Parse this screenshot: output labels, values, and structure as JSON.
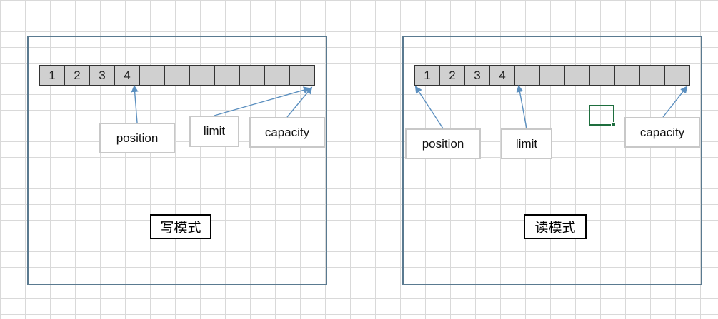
{
  "write_mode": {
    "buffer": [
      "1",
      "2",
      "3",
      "4",
      "",
      "",
      "",
      "",
      "",
      "",
      ""
    ],
    "labels": {
      "position": "position",
      "limit": "limit",
      "capacity": "capacity"
    },
    "mode_label": "写模式"
  },
  "read_mode": {
    "buffer": [
      "1",
      "2",
      "3",
      "4",
      "",
      "",
      "",
      "",
      "",
      "",
      ""
    ],
    "labels": {
      "position": "position",
      "limit": "limit",
      "capacity": "capacity"
    },
    "mode_label": "读模式"
  },
  "colors": {
    "arrow": "#5b8fbf",
    "panel_border": "#5a7a90",
    "cell_fill": "#d0d0d0",
    "selection": "#1e6e3e"
  }
}
